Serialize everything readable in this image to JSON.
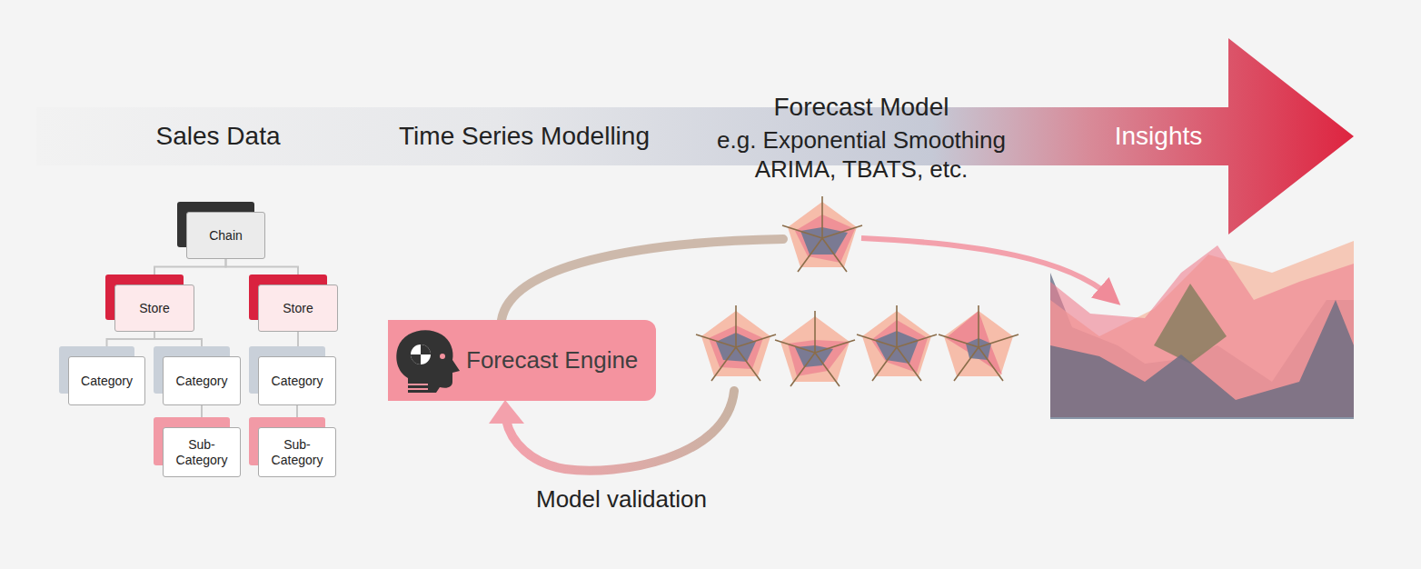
{
  "diagram": {
    "nodes": [
      {
        "text": [
          "Sales Data",
          "Time Series Modelling",
          "Forecast Model",
          "e.g. Exponential Smoothing ARIMA, TBATS, etc.",
          "Insights"
        ]
      },
      {
        "text": [
          "Chain"
        ]
      },
      {
        "text": [
          "Store"
        ]
      },
      {
        "text": [
          "Store"
        ]
      },
      {
        "text": [
          "Category"
        ]
      },
      {
        "text": [
          "Category"
        ]
      },
      {
        "text": [
          "Category"
        ]
      },
      {
        "text": [
          "Sub-Category"
        ]
      },
      {
        "text": [
          "Sub-Category"
        ]
      },
      {
        "text": [
          "Forecast Engine"
        ]
      }
    ],
    "edges": [
      {
        "from": 1,
        "to": 2,
        "arrow": "none"
      },
      {
        "from": 1,
        "to": 3,
        "arrow": "none"
      },
      {
        "from": 2,
        "to": 4,
        "arrow": "none"
      },
      {
        "from": 2,
        "to": 5,
        "arrow": "none"
      },
      {
        "from": 3,
        "to": 6,
        "arrow": "none"
      },
      {
        "from": 5,
        "to": 7,
        "arrow": "none"
      },
      {
        "from": 6,
        "to": 8,
        "arrow": "none"
      }
    ],
    "labels": [
      "Model validation"
    ]
  }
}
